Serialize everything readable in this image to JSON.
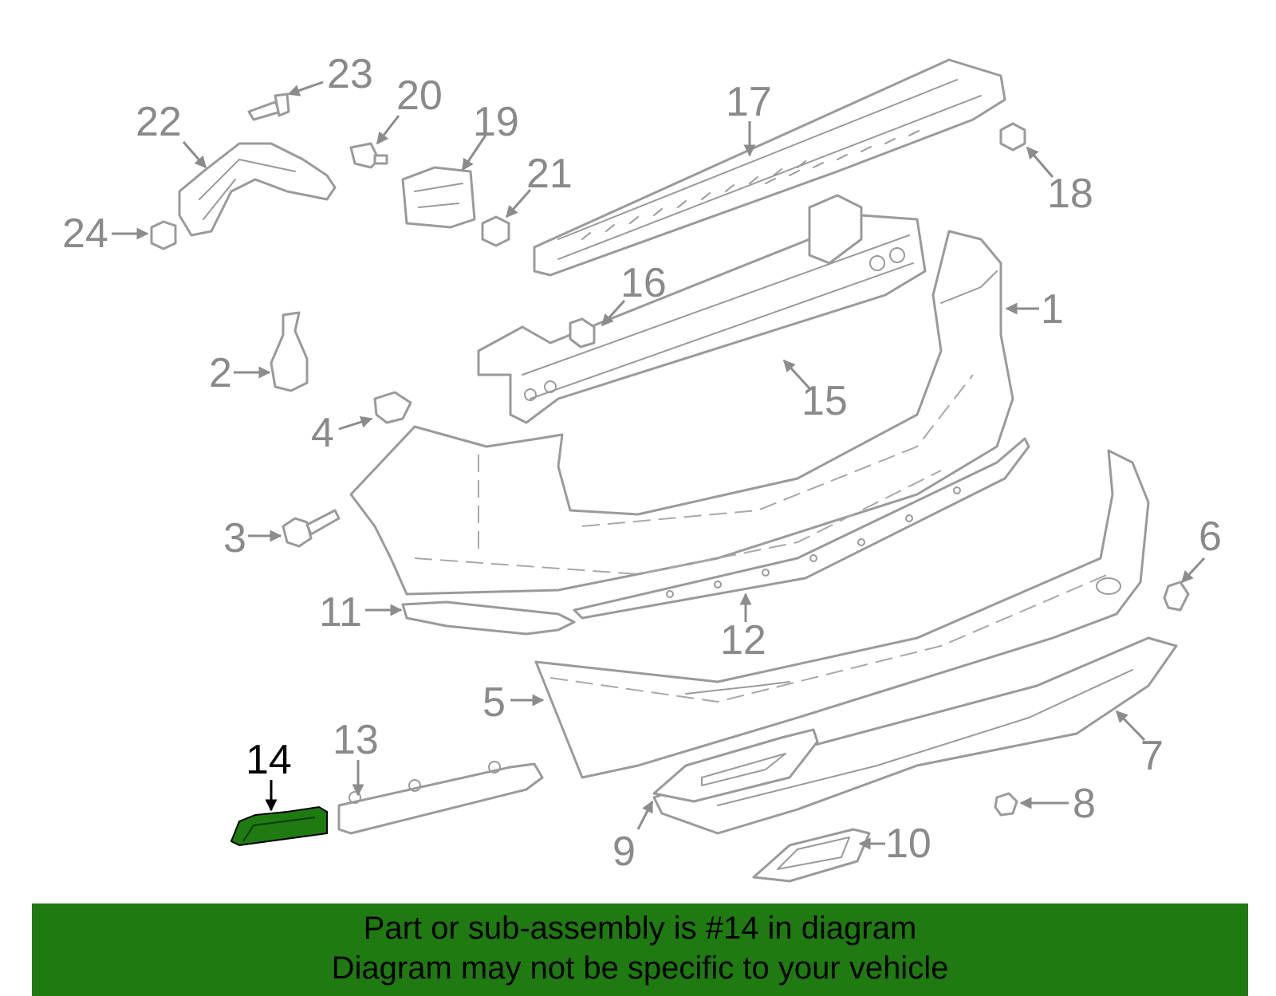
{
  "diagram": {
    "highlight_color": "#1f7a12",
    "highlighted_part": "14",
    "callouts": {
      "c1": "1",
      "c2": "2",
      "c3": "3",
      "c4": "4",
      "c5": "5",
      "c6": "6",
      "c7": "7",
      "c8": "8",
      "c9": "9",
      "c10": "10",
      "c11": "11",
      "c12": "12",
      "c13": "13",
      "c14": "14",
      "c15": "15",
      "c16": "16",
      "c17": "17",
      "c18": "18",
      "c19": "19",
      "c20": "20",
      "c21": "21",
      "c22": "22",
      "c23": "23",
      "c24": "24"
    }
  },
  "banner": {
    "line1": "Part or sub-assembly is #14 in diagram",
    "line2": "Diagram may not be specific to your vehicle",
    "background": "#1f7a12"
  }
}
